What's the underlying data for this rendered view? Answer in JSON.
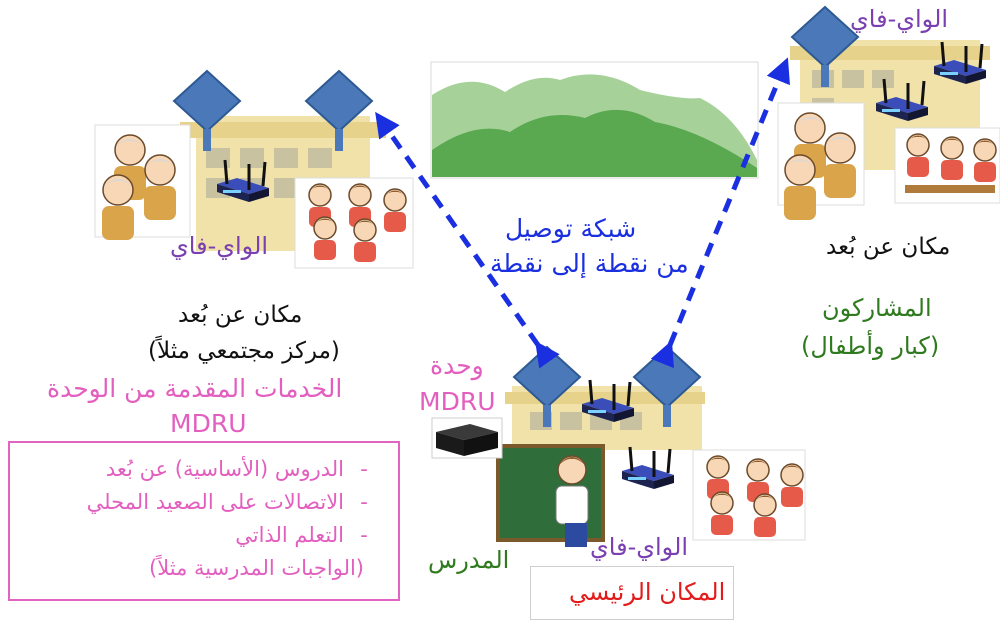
{
  "labels": {
    "wifi_left": "الواي-فاي",
    "wifi_right": "الواي-فاي",
    "wifi_main": "الواي-فاي",
    "network_line1": "شبكة توصيل",
    "network_line2": "من نقطة إلى نقطة",
    "remote_right": "مكان عن بُعد",
    "participants_line1": "المشاركون",
    "participants_line2": "(كبار وأطفال)",
    "remote_left_line1": "مكان عن بُعد",
    "remote_left_line2": "(مركز مجتمعي مثلاً)",
    "services_line1": "الخدمات المقدمة من الوحدة",
    "services_line2": "MDRU",
    "mdru_line1": "وحدة",
    "mdru_line2": "MDRU",
    "teacher": "المدرس",
    "main_site": "المكان الرئيسي"
  },
  "services": [
    "الدروس (الأساسية) عن بُعد",
    "الاتصالات على الصعيد المحلي",
    "التعلم الذاتي",
    "(الواجبات المدرسية مثلاً)"
  ],
  "services_bullet": "-",
  "colors": {
    "wifi": "#7a3fb0",
    "participants": "#2f7a1e",
    "services": "#e35fbf",
    "network": "#1a2fe0",
    "main_site": "#e31b1b",
    "arrow": "#1a2fe0",
    "building": "#f0e2a8",
    "antenna": "#4a78b8"
  }
}
